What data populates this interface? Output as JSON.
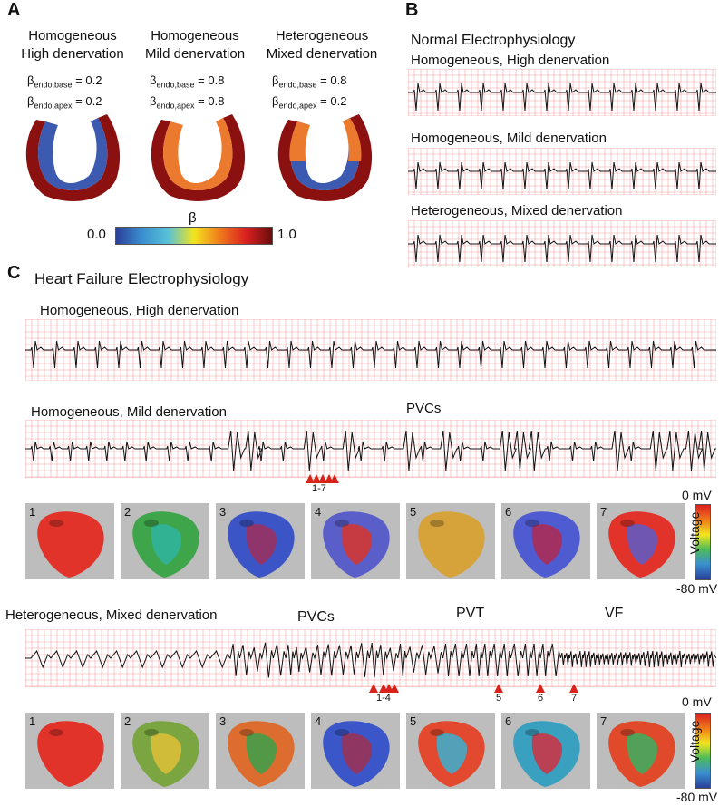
{
  "panel_a": {
    "letter": "A",
    "columns": [
      {
        "title1": "Homogeneous",
        "title2": "High denervation",
        "base_val": "= 0.2",
        "apex_val": "= 0.2"
      },
      {
        "title1": "Homogeneous",
        "title2": "Mild denervation",
        "base_val": "= 0.8",
        "apex_val": "= 0.8"
      },
      {
        "title1": "Heterogeneous",
        "title2": "Mixed denervation",
        "base_val": "= 0.8",
        "apex_val": "= 0.2"
      }
    ],
    "beta_symbol": "β",
    "sub_base": "endo,base",
    "sub_apex": "endo,apex",
    "colorbar_label": "β",
    "colorbar_min": "0.0",
    "colorbar_max": "1.0"
  },
  "panel_b": {
    "letter": "B",
    "title": "Normal Electrophysiology",
    "traces": [
      "Homogeneous, High denervation",
      "Homogeneous, Mild denervation",
      "Heterogeneous, Mixed denervation"
    ]
  },
  "panel_c": {
    "letter": "C",
    "title": "Heart Failure Electrophysiology",
    "trace1_label": "Homogeneous, High denervation",
    "trace2_label": "Homogeneous, Mild denervation",
    "trace2_annot": "PVCs",
    "trace2_marker": "1-7",
    "trace3_label": "Heterogeneous, Mixed denervation",
    "trace3_annots": [
      "PVCs",
      "PVT",
      "VF"
    ],
    "trace3_markers": [
      "1-4",
      "5",
      "6",
      "7"
    ],
    "frame_numbers": [
      "1",
      "2",
      "3",
      "4",
      "5",
      "6",
      "7"
    ],
    "voltage_label": "Voltage",
    "voltage_max": "0 mV",
    "voltage_min": "-80 mV"
  },
  "colors": {
    "ecg_grid": "#f3a3a3",
    "marker": "#d9221a",
    "myocardium_dark": "#8b1010",
    "endo_blue": "#3c5bb0",
    "endo_orange": "#ec7a2e"
  }
}
